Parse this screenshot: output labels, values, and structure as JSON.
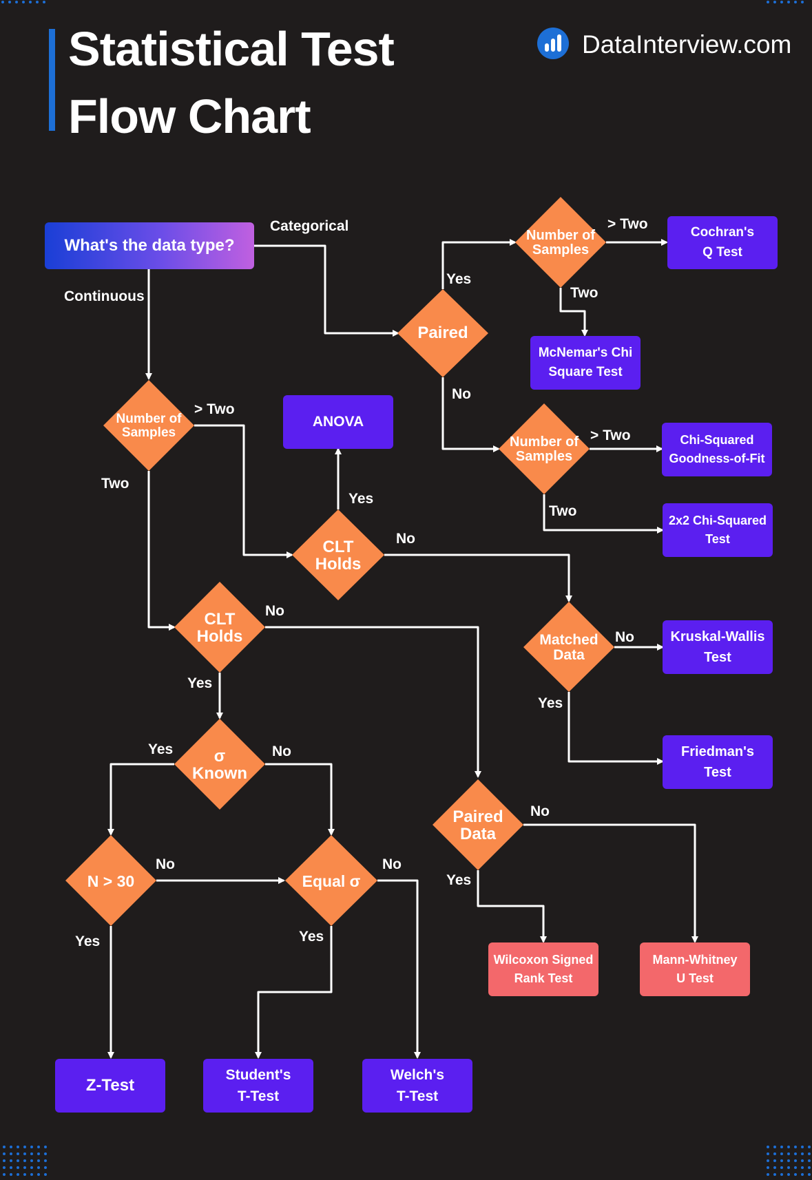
{
  "header": {
    "title_line1": "Statistical Test",
    "title_line2": "Flow Chart",
    "brand": "DataInterview.com"
  },
  "colors": {
    "background": "#1f1c1c",
    "decision": "#f98a4b",
    "outcome": "#5b1ff0",
    "nonparametric": "#f3686b",
    "accent": "#1d6fd6"
  },
  "nodes": {
    "start": "What's the data type?",
    "paired": "Paired",
    "num_samples_paired": "Number of\nSamples",
    "num_samples_unpaired": "Number of\nSamples",
    "num_samples_continuous": "Number of\nSamples",
    "clt_two": "CLT\nHolds",
    "clt_more": "CLT\nHolds",
    "matched_data": "Matched\nData",
    "sigma_known": "σ\nKnown",
    "paired_data": "Paired\nData",
    "n_gt_30": "N > 30",
    "equal_sigma": "Equal σ"
  },
  "outcomes": {
    "cochran": "Cochran's\nQ Test",
    "mcnemar": "McNemar's Chi\nSquare Test",
    "chi_gof": "Chi-Squared\nGoodness-of-Fit",
    "chi_2x2": "2x2 Chi-Squared\nTest",
    "anova": "ANOVA",
    "kruskal": "Kruskal-Wallis\nTest",
    "friedman": "Friedman's\nTest",
    "wilcoxon": "Wilcoxon Signed\nRank Test",
    "mann_whitney": "Mann-Whitney\nU Test",
    "z_test": "Z-Test",
    "student": "Student's\nT-Test",
    "welch": "Welch's\nT-Test"
  },
  "edge_labels": {
    "categorical": "Categorical",
    "continuous": "Continuous",
    "yes": "Yes",
    "no": "No",
    "two": "Two",
    "more_than_two": "> Two"
  }
}
